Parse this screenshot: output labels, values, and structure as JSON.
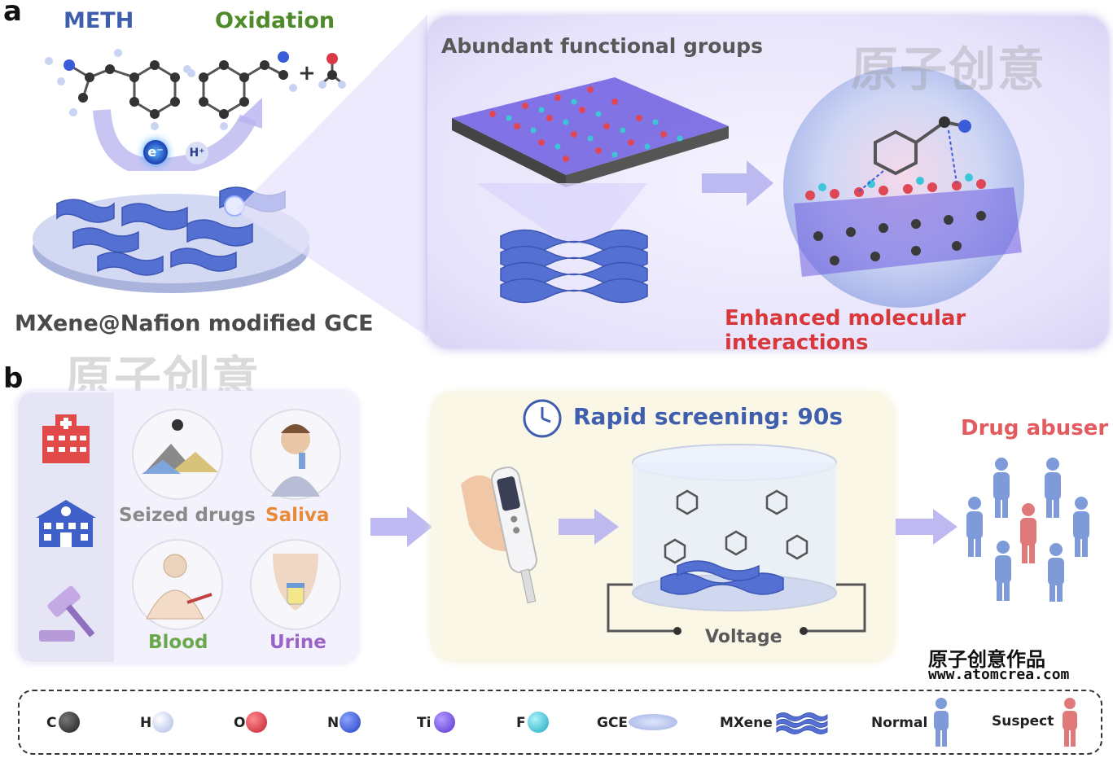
{
  "panel_a": {
    "letter": "a",
    "meth_label": "METH",
    "oxidation_label": "Oxidation",
    "plus_sign": "+",
    "electron_label": "e⁻",
    "proton_label": "H⁺",
    "electrode_label": "MXene@Nafion modified GCE",
    "functional_groups_label": "Abundant functional groups",
    "interactions_label": "Enhanced molecular interactions"
  },
  "panel_b": {
    "letter": "b",
    "samples": [
      {
        "label": "Seized drugs",
        "color": "#8a8a8a"
      },
      {
        "label": "Saliva",
        "color": "#e98a38"
      },
      {
        "label": "Blood",
        "color": "#6aa84f"
      },
      {
        "label": "Urine",
        "color": "#9a63c8"
      }
    ],
    "screening_label": "Rapid screening: 90s",
    "voltage_label": "Voltage",
    "result_label": "Drug abuser",
    "side_icons": [
      "hospital-icon",
      "police-station-icon",
      "gavel-icon"
    ]
  },
  "watermark": {
    "text": "原子创意",
    "credit_cn": "原子创意作品",
    "credit_url": "www.atomcrea.com"
  },
  "legend": {
    "items": [
      {
        "label": "C",
        "color": "#2b2b2b"
      },
      {
        "label": "H",
        "color": "#c9d3f3"
      },
      {
        "label": "O",
        "color": "#d93a45"
      },
      {
        "label": "N",
        "color": "#3a5cd8"
      },
      {
        "label": "Ti",
        "color": "#7a4fe0"
      },
      {
        "label": "F",
        "color": "#3cc6d8"
      },
      {
        "label": "GCE",
        "color": "#b8c4ea"
      },
      {
        "label": "MXene",
        "color": "#4f6fd6"
      },
      {
        "label": "Normal",
        "color": "#6f8fd2"
      },
      {
        "label": "Suspect",
        "color": "#e07a7a"
      }
    ]
  }
}
